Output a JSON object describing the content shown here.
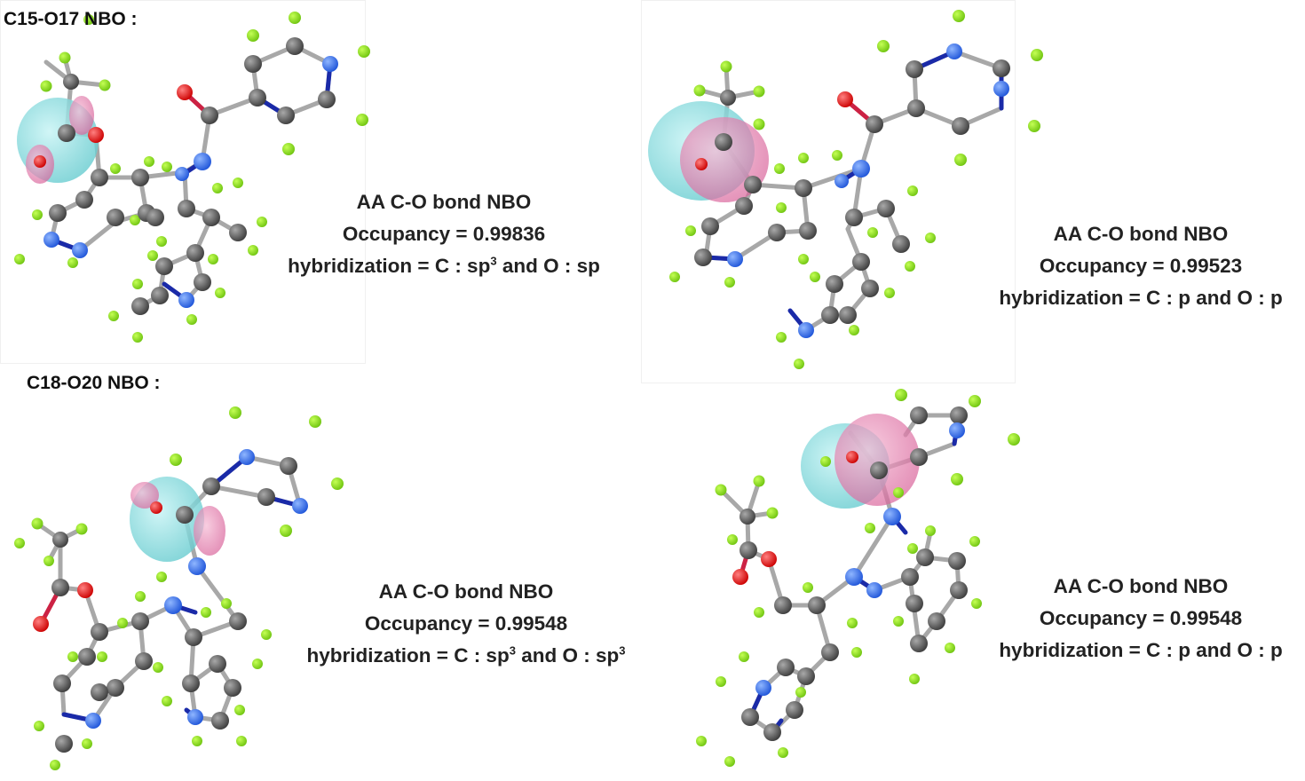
{
  "colors": {
    "carbon": "#5a5a5a",
    "hydrogen": "#88e21a",
    "nitrogen": "#2f6df2",
    "oxygen": "#ee1111",
    "bond_cn": "#1a2aa8",
    "bond": "#a8a8a8",
    "orbital_cyan": "#7fd9dc",
    "orbital_pink": "#e07aa9"
  },
  "sections": [
    {
      "title": "C15-O17 NBO :"
    },
    {
      "title": "C18-O20 NBO :"
    }
  ],
  "panels": [
    {
      "line1": "AA C-O bond NBO",
      "line2": "Occupancy = 0.99836",
      "hyb_prefix": "hybridization = C : sp",
      "hyb_sup1": "3",
      "hyb_mid": " and O : sp",
      "hyb_sup2": ""
    },
    {
      "line1": "AA C-O bond NBO",
      "line2": "Occupancy = 0.99523",
      "hyb_prefix": "hybridization = C : p and O : p",
      "hyb_sup1": "",
      "hyb_mid": "",
      "hyb_sup2": ""
    },
    {
      "line1": "AA C-O bond NBO",
      "line2": "Occupancy = 0.99548",
      "hyb_prefix": "hybridization = C : sp",
      "hyb_sup1": "3",
      "hyb_mid": " and O : sp",
      "hyb_sup2": "3"
    },
    {
      "line1": "AA C-O bond NBO",
      "line2": "Occupancy = 0.99548",
      "hyb_prefix": "hybridization = C : p and O : p",
      "hyb_sup1": "",
      "hyb_mid": "",
      "hyb_sup2": ""
    }
  ]
}
